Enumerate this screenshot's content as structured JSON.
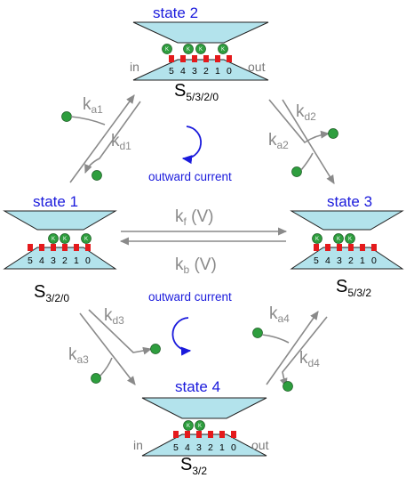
{
  "states": [
    {
      "title": "state 2",
      "label": "S",
      "sub": "5/3/2/0",
      "in": "in",
      "out": "out",
      "numbers": [
        "5",
        "4",
        "3",
        "2",
        "1",
        "0"
      ],
      "ions": [
        "K",
        "K",
        "K",
        "K"
      ]
    },
    {
      "title": "state 1",
      "label": "S",
      "sub": "3/2/0",
      "numbers": [
        "5",
        "4",
        "3",
        "2",
        "1",
        "0"
      ],
      "ions": [
        "K",
        "K",
        "K"
      ]
    },
    {
      "title": "state 3",
      "label": "S",
      "sub": "5/3/2",
      "numbers": [
        "5",
        "4",
        "3",
        "2",
        "1",
        "0"
      ],
      "ions": [
        "K",
        "K",
        "K"
      ]
    },
    {
      "title": "state 4",
      "label": "S",
      "sub": "3/2",
      "in": "in",
      "out": "out",
      "numbers": [
        "5",
        "4",
        "3",
        "2",
        "1",
        "0"
      ],
      "ions": [
        "K",
        "K"
      ]
    }
  ],
  "rates": {
    "ka1": {
      "k": "k",
      "sub": "a1"
    },
    "kd1": {
      "k": "k",
      "sub": "d1"
    },
    "kd2": {
      "k": "k",
      "sub": "d2"
    },
    "ka2": {
      "k": "k",
      "sub": "a2"
    },
    "kf": {
      "k": "k",
      "sub": "f",
      "arg": " (V)"
    },
    "kb": {
      "k": "k",
      "sub": "b",
      "arg": " (V)"
    },
    "kd3": {
      "k": "k",
      "sub": "d3"
    },
    "ka3": {
      "k": "k",
      "sub": "a3"
    },
    "ka4": {
      "k": "k",
      "sub": "a4"
    },
    "kd4": {
      "k": "k",
      "sub": "d4"
    }
  },
  "currents": [
    "outward current",
    "outward current"
  ],
  "colors": {
    "channel_fill": "#b3e3ec",
    "site_red": "#e41a1c",
    "ion_green": "#2e9e3e",
    "arrow_gray": "#8a8a8a",
    "title_blue": "#1a1adc"
  }
}
